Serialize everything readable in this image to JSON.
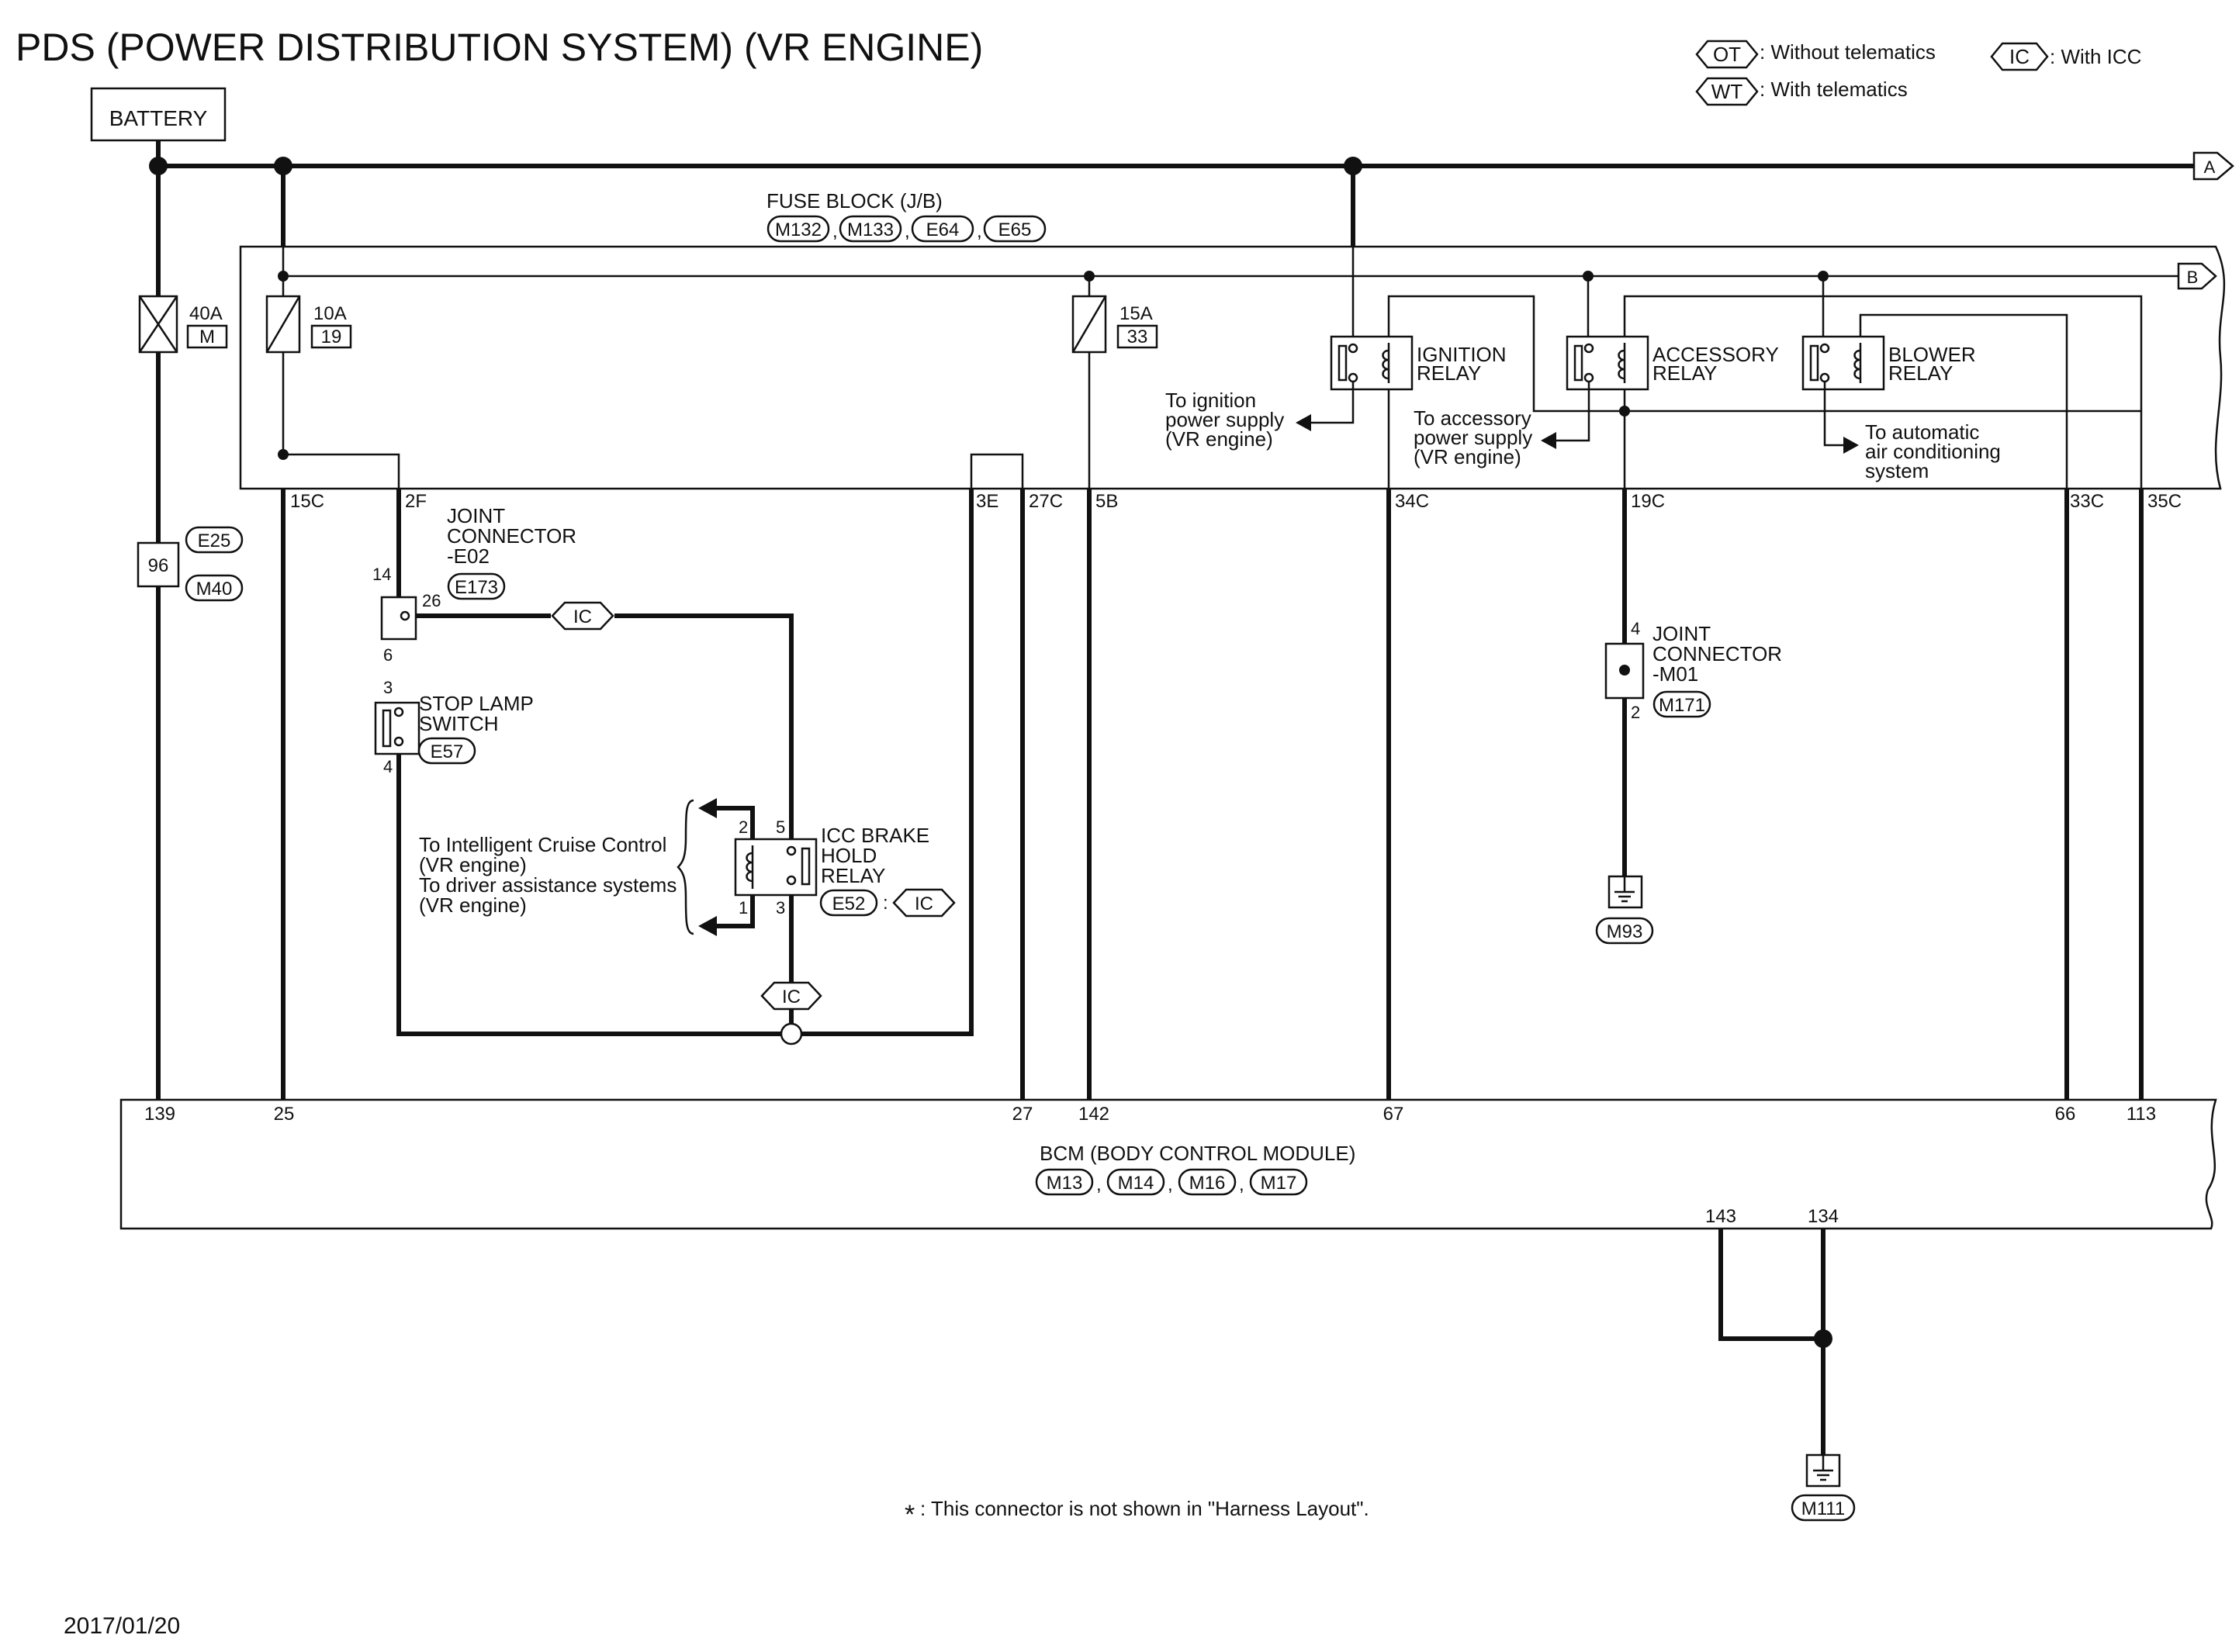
{
  "title": "PDS (POWER DISTRIBUTION SYSTEM) (VR ENGINE)",
  "legend": {
    "ot": {
      "code": "OT",
      "text": ": Without telematics"
    },
    "wt": {
      "code": "WT",
      "text": ": With telematics"
    },
    "ic": {
      "code": "IC",
      "text": ": With ICC"
    }
  },
  "battery": "BATTERY",
  "arrows": {
    "a": "A",
    "b": "B"
  },
  "fuse_block": {
    "title": "FUSE BLOCK (J/B)",
    "connectors": [
      "M132",
      "M133",
      "E64",
      "E65"
    ],
    "sep": ","
  },
  "fuses": {
    "f40": {
      "amp": "40A",
      "id": "M"
    },
    "f10": {
      "amp": "10A",
      "id": "19"
    },
    "f15": {
      "amp": "15A",
      "id": "33"
    }
  },
  "relays": {
    "ignition": {
      "l1": "IGNITION",
      "l2": "RELAY"
    },
    "accessory": {
      "l1": "ACCESSORY",
      "l2": "RELAY"
    },
    "blower": {
      "l1": "BLOWER",
      "l2": "RELAY"
    }
  },
  "notes": {
    "ign": [
      "To ignition",
      "power supply",
      "(VR engine)"
    ],
    "acc": [
      "To accessory",
      "power supply",
      "(VR engine)"
    ],
    "aut": [
      "To automatic",
      "air conditioning",
      "system"
    ],
    "icc": [
      "To Intelligent Cruise Control",
      "(VR engine)",
      "To driver assistance systems",
      "(VR engine)"
    ]
  },
  "jb_terminals": {
    "t15c": "15C",
    "t2f": "2F",
    "t3e": "3E",
    "t27c": "27C",
    "t5b": "5B",
    "t34c": "34C",
    "t19c": "19C",
    "t33c": "33C",
    "t35c": "35C"
  },
  "inline": {
    "num": "96",
    "c1": "E25",
    "c2": "M40"
  },
  "joint_e02": {
    "l1": "JOINT",
    "l2": "CONNECTOR",
    "l3": "-E02",
    "conn": "E173",
    "p14": "14",
    "p26": "26",
    "p6": "6"
  },
  "stop_lamp": {
    "l1": "STOP LAMP",
    "l2": "SWITCH",
    "conn": "E57",
    "p3": "3",
    "p4": "4"
  },
  "icc_relay": {
    "l1": "ICC BRAKE",
    "l2": "HOLD",
    "l3": "RELAY",
    "conn": "E52",
    "colon": ":",
    "p2": "2",
    "p5": "5",
    "p1": "1",
    "p3": "3"
  },
  "ic_tag": "IC",
  "joint_m01": {
    "l1": "JOINT",
    "l2": "CONNECTOR",
    "l3": "-M01",
    "conn": "M171",
    "p4": "4",
    "p2": "2"
  },
  "ground_m93": "M93",
  "bcm": {
    "title": "BCM (BODY CONTROL MODULE)",
    "connectors": [
      "M13",
      "M14",
      "M16",
      "M17"
    ],
    "sep": ",",
    "pins": {
      "p139": "139",
      "p25": "25",
      "p27": "27",
      "p142": "142",
      "p67": "67",
      "p66": "66",
      "p113": "113",
      "p143": "143",
      "p134": "134"
    }
  },
  "ground_m111": "M111",
  "footnote": {
    "star": "*",
    "text": ": This connector is not shown in \"Harness Layout\"."
  },
  "date": "2017/01/20"
}
